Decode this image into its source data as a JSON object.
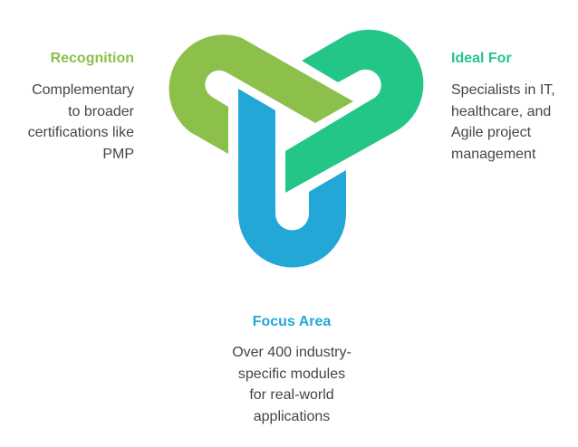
{
  "colors": {
    "recognition": "#8DBF4B",
    "ideal": "#24C688",
    "focus": "#22A7D7"
  },
  "sections": {
    "recognition": {
      "title": "Recognition",
      "lines": [
        "Complementary",
        "to broader",
        "certifications like",
        "PMP"
      ]
    },
    "ideal": {
      "title": "Ideal For",
      "lines": [
        "Specialists in IT,",
        "healthcare, and",
        "Agile project",
        "management"
      ]
    },
    "focus": {
      "title": "Focus Area",
      "lines": [
        "Over 400 industry-",
        "specific modules",
        "for real-world",
        "applications"
      ]
    }
  }
}
